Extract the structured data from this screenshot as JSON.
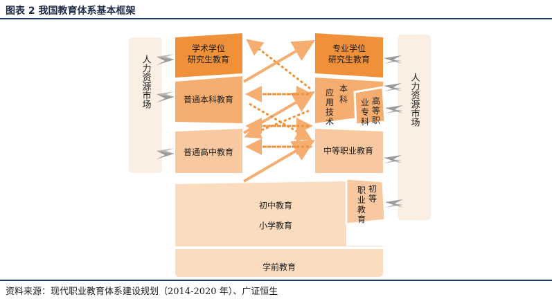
{
  "title": "图表 2  我国教育体系基本框架",
  "source": "资料来源：现代职业教育体系建设规划（2014-2020 年）、广证恒生",
  "labor_market_left": "人力资源市场",
  "labor_market_right": "人力资源市场",
  "boxes": {
    "academic_degree_line1": "学术学位",
    "academic_degree_line2": "研究生教育",
    "professional_degree_line1": "专业学位",
    "professional_degree_line2": "研究生教育",
    "general_undergrad": "普通本科教育",
    "applied_undergrad_1": "本",
    "applied_undergrad_2": "科",
    "applied_tech_1": "应",
    "applied_tech_2": "用",
    "applied_tech_3": "技",
    "applied_tech_4": "术",
    "higher_vocational_1": "高",
    "higher_vocational_2": "等",
    "higher_vocational_3": "职",
    "higher_vocational_4": "业",
    "higher_vocational_5": "专",
    "higher_vocational_6": "科",
    "general_high_school": "普通高中教育",
    "secondary_vocational": "中等职业教育",
    "junior_middle": "初中教育",
    "primary": "小学教育",
    "junior_vocational_1": "初",
    "junior_vocational_2": "等",
    "junior_vocational_3": "职",
    "junior_vocational_4": "业",
    "junior_vocational_5": "教",
    "junior_vocational_6": "育",
    "preschool": "学前教育"
  },
  "colors": {
    "dark_orange": "#f0913a",
    "mid_orange": "#f5ae70",
    "light_orange": "#f8c9a0",
    "pale_orange": "#fbdcbf",
    "panel": "#fbeee3",
    "arrow_gray": "#9a9a9a",
    "rule": "#1f3864"
  }
}
